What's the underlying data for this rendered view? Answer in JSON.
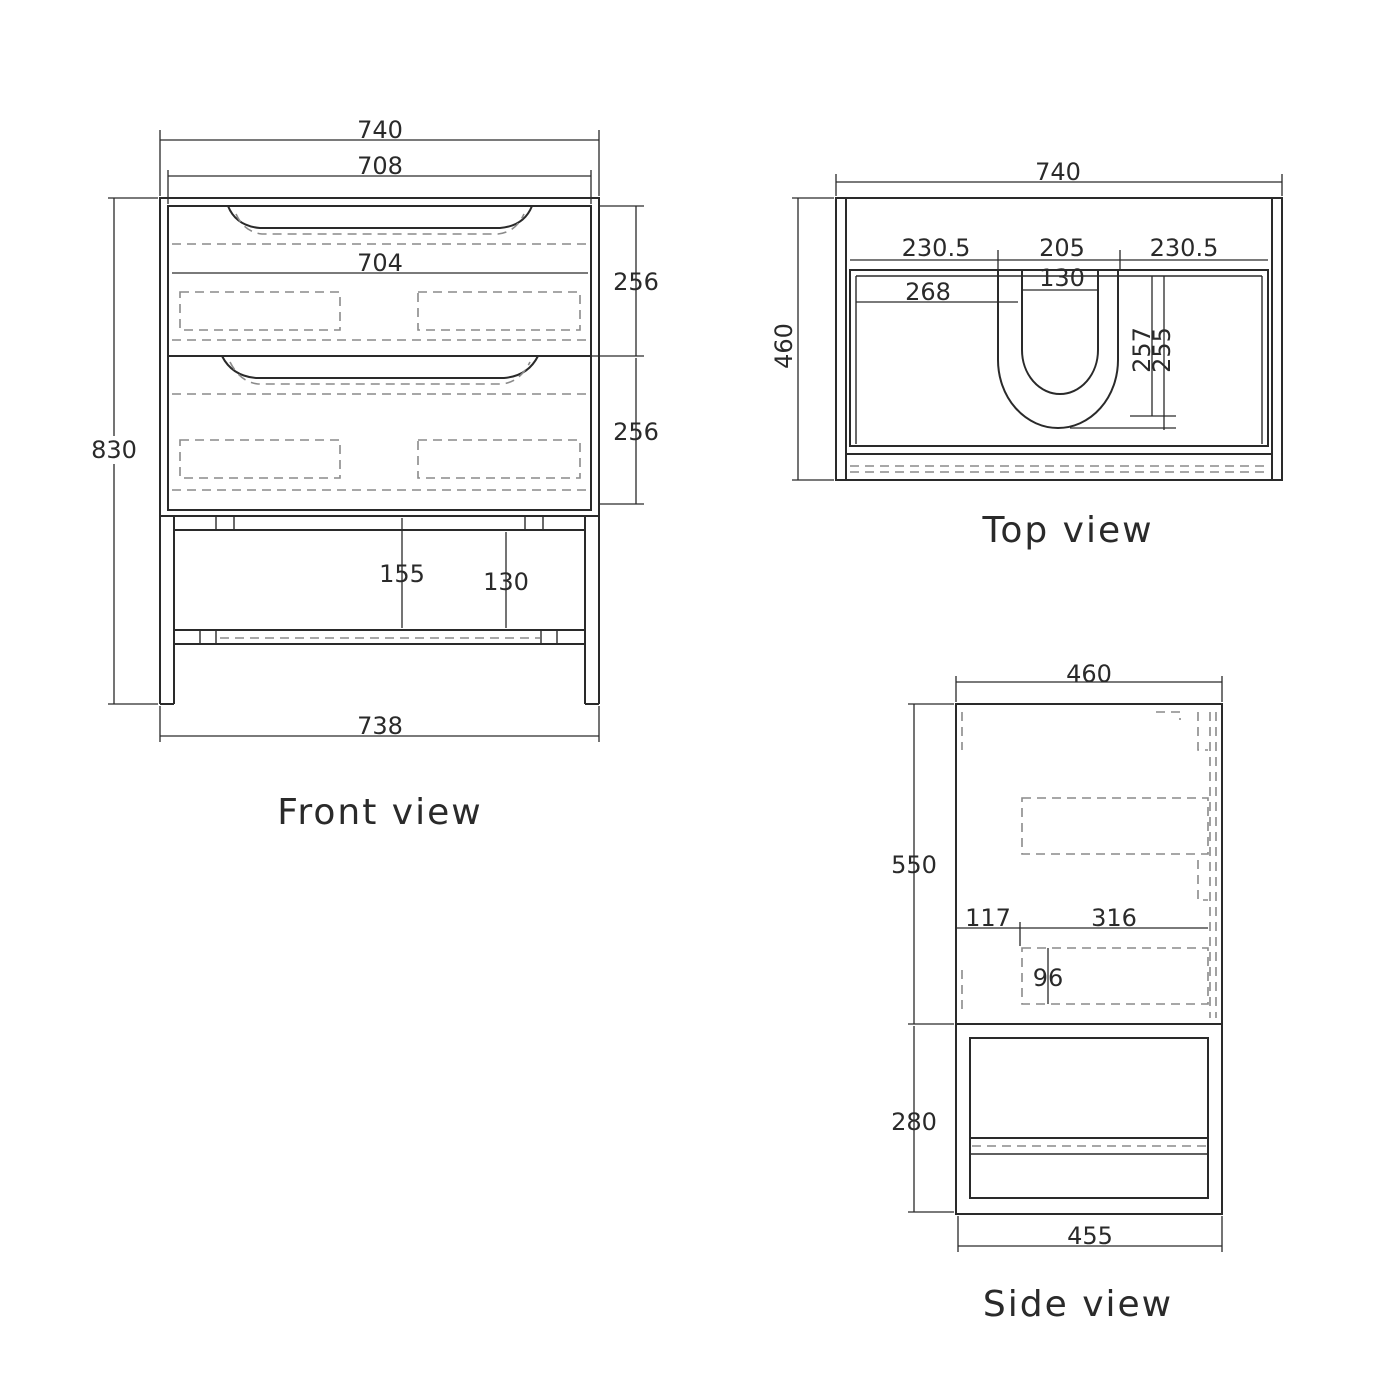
{
  "front": {
    "caption": "Front  view",
    "dims": {
      "overall_width": "740",
      "inner_width": "708",
      "drawer_width": "704",
      "drawer1_height": "256",
      "drawer2_height": "256",
      "overall_height": "830",
      "shelf_height": "155",
      "shelf_inner": "130",
      "base_width": "738"
    }
  },
  "top": {
    "caption": "Top  view",
    "dims": {
      "overall_width": "740",
      "left_span": "230.5",
      "center_span": "205",
      "right_span": "230.5",
      "cutout_width": "130",
      "left_offset": "268",
      "depth_a": "257",
      "depth_b": "255",
      "overall_depth": "460"
    }
  },
  "side": {
    "caption": "Side  view",
    "dims": {
      "top_depth": "460",
      "body_height": "550",
      "offset": "117",
      "slot_width": "316",
      "slot_height": "96",
      "leg_height": "280",
      "base_depth": "455"
    }
  }
}
